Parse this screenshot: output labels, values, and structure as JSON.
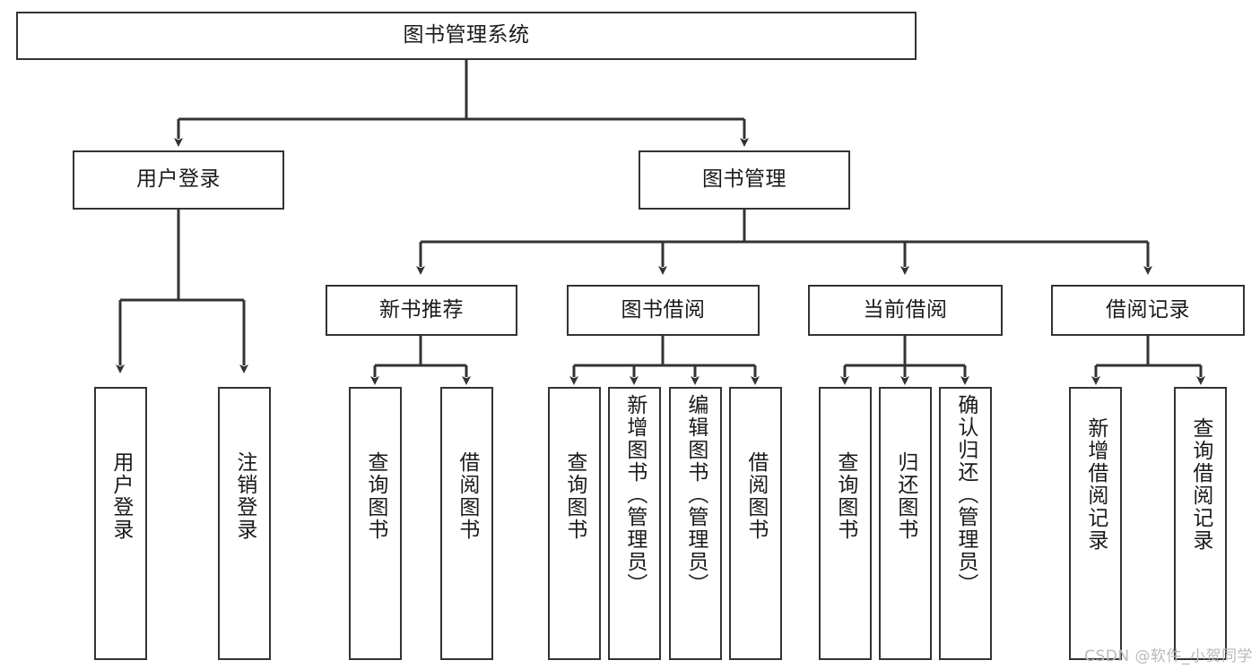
{
  "diagram": {
    "type": "tree-hierarchy",
    "title": "图书管理系统",
    "root": {
      "label": "图书管理系统"
    },
    "level2": [
      {
        "label": "用户登录"
      },
      {
        "label": "图书管理"
      }
    ],
    "level3": [
      {
        "label": "新书推荐"
      },
      {
        "label": "图书借阅"
      },
      {
        "label": "当前借阅"
      },
      {
        "label": "借阅记录"
      }
    ],
    "leaves": {
      "user_login": [
        {
          "label": "用户登录"
        },
        {
          "label": "注销登录"
        }
      ],
      "new_book_recommend": [
        {
          "label": "查询图书"
        },
        {
          "label": "借阅图书"
        }
      ],
      "book_borrow": [
        {
          "label": "查询图书"
        },
        {
          "label": "新增图书（管理员）"
        },
        {
          "label": "编辑图书（管理员）"
        },
        {
          "label": "借阅图书"
        }
      ],
      "current_borrow": [
        {
          "label": "查询图书"
        },
        {
          "label": "归还图书"
        },
        {
          "label": "确认归还（管理员）"
        }
      ],
      "borrow_record": [
        {
          "label": "新增借阅记录"
        },
        {
          "label": "查询借阅记录"
        }
      ]
    }
  },
  "watermark": {
    "text": "CSDN @软件_小贺同学"
  },
  "colors": {
    "box_border": "#333333",
    "box_fill": "#ffffff",
    "line": "#333333",
    "text": "#1a1a1a",
    "watermark": "#b9b9b9"
  }
}
